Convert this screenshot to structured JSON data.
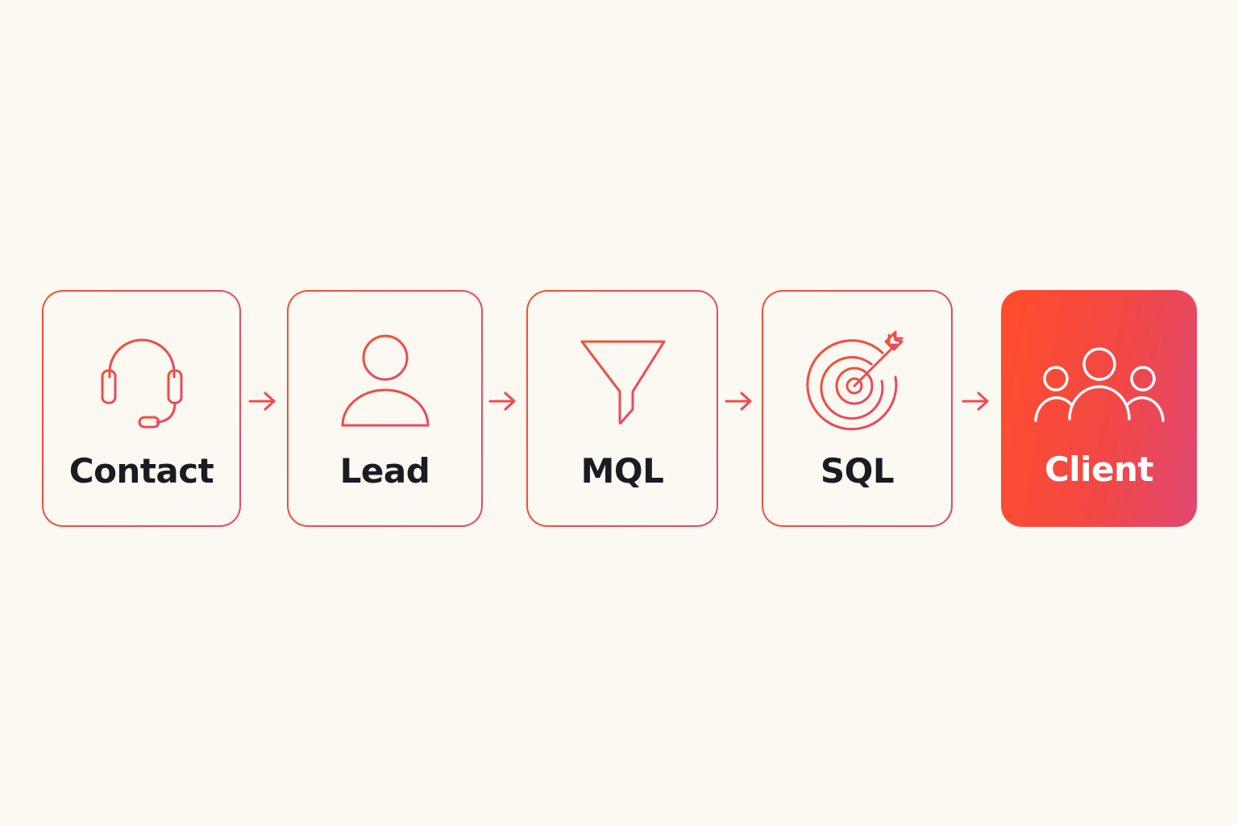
{
  "stages": [
    {
      "label": "Contact",
      "icon": "headset-icon"
    },
    {
      "label": "Lead",
      "icon": "user-icon"
    },
    {
      "label": "MQL",
      "icon": "funnel-icon"
    },
    {
      "label": "SQL",
      "icon": "target-icon"
    },
    {
      "label": "Client",
      "icon": "users-group-icon",
      "highlighted": true
    }
  ],
  "colors": {
    "background": "#fcf8f2",
    "accent_start": "#ff4d2b",
    "accent_end": "#e04872",
    "text": "#1b1b22",
    "highlight_text": "#ffffff"
  }
}
